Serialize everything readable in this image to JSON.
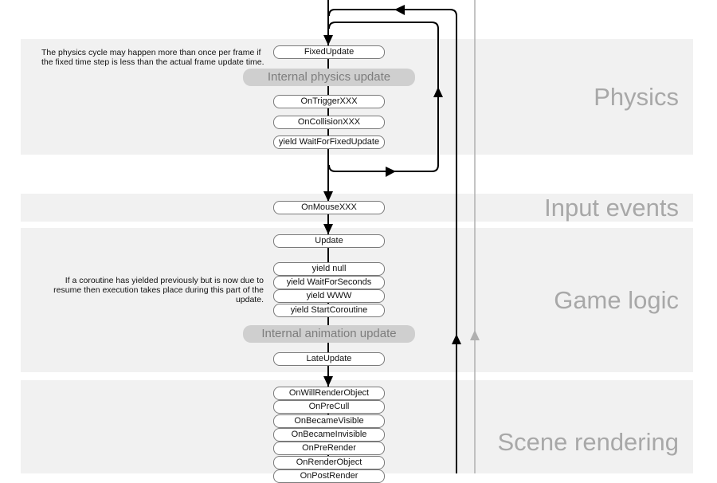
{
  "sections": {
    "physics": "Physics",
    "input": "Input events",
    "game_logic": "Game logic",
    "rendering": "Scene rendering"
  },
  "notes": {
    "physics": "The physics cycle may happen more than once per frame if the fixed time step is less than the actual frame update time.",
    "coroutine": "If a coroutine has yielded previously but is now due to resume then execution takes place during this part of the update."
  },
  "nodes": {
    "fixed_update": "FixedUpdate",
    "internal_physics": "Internal physics update",
    "on_trigger": "OnTriggerXXX",
    "on_collision": "OnCollisionXXX",
    "yield_fixed": "yield WaitForFixedUpdate",
    "on_mouse": "OnMouseXXX",
    "update": "Update",
    "yield_null": "yield null",
    "yield_seconds": "yield WaitForSeconds",
    "yield_www": "yield WWW",
    "yield_coroutine": "yield StartCoroutine",
    "internal_animation": "Internal animation update",
    "late_update": "LateUpdate",
    "will_render": "OnWillRenderObject",
    "pre_cull": "OnPreCull",
    "became_visible": "OnBecameVisible",
    "became_invisible": "OnBecameInvisible",
    "pre_render": "OnPreRender",
    "render_object": "OnRenderObject",
    "post_render": "OnPostRender"
  },
  "colors": {
    "band": "#f1f1f1",
    "section_label": "#a8a8a8",
    "internal_box": "#cfcfcf",
    "flow_line": "#000000",
    "secondary_line": "#b0b0b0"
  }
}
